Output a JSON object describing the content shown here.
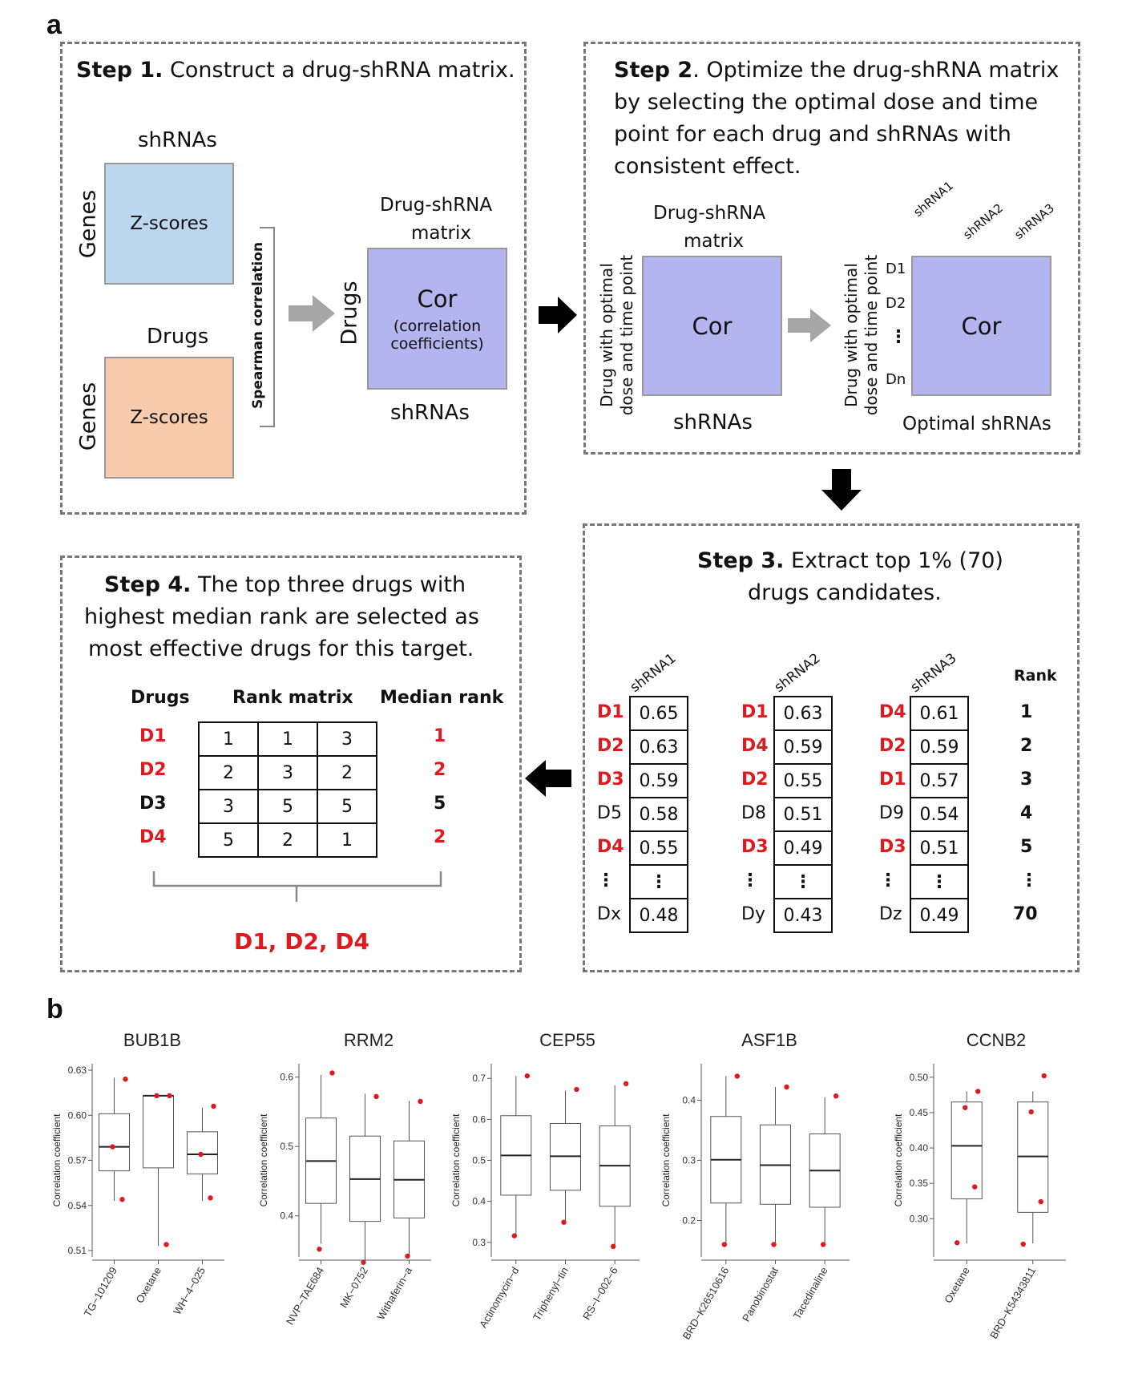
{
  "panel_a": "a",
  "panel_b": "b",
  "step1": {
    "title_bold": "Step 1.",
    "title_rest": " Construct a drug-shRNA matrix.",
    "shrnas_top": "shRNAs",
    "genes1": "Genes",
    "zscores1": "Z-scores",
    "drugs_mid": "Drugs",
    "genes2": "Genes",
    "zscores2": "Z-scores",
    "spearman": "Spearman correlation",
    "matrix_title_1": "Drug-shRNA",
    "matrix_title_2": "matrix",
    "drugs_side": "Drugs",
    "cor": "Cor",
    "cor_sub1": "(correlation",
    "cor_sub2": "coefficients)",
    "shrnas_bottom": "shRNAs"
  },
  "step2": {
    "line1_bold": "Step 2",
    "line1_rest": ". Optimize the drug-shRNA matrix",
    "line2": "by selecting the optimal dose and time",
    "line3": "point for each drug and shRNAs  with",
    "line4": "consistent effect.",
    "matrix_title_1": "Drug-shRNA",
    "matrix_title_2": "matrix",
    "side_1": "Drug with optimal",
    "side_2": "dose and time point",
    "cor_left": "Cor",
    "shrnas_bottom": "shRNAs",
    "side2_1": "Drug with optimal",
    "side2_2": "dose and time point",
    "col_labels": [
      "shRNA1",
      "shRNA2",
      "shRNA3"
    ],
    "row_labels": [
      "D1",
      "D2",
      "⋮",
      "Dn"
    ],
    "cor_right": "Cor",
    "optimal": "Optimal shRNAs"
  },
  "step3": {
    "title_bold": "Step 3.",
    "title_rest": " Extract top 1% (70)",
    "title_line2": "drugs candidates.",
    "rank_header": "Rank",
    "ranks": [
      "1",
      "2",
      "3",
      "4",
      "5",
      "⋮",
      "70"
    ],
    "columns": [
      {
        "header": "shRNA1",
        "drugs": [
          {
            "n": "D1",
            "red": true
          },
          {
            "n": "D2",
            "red": true
          },
          {
            "n": "D3",
            "red": true
          },
          {
            "n": "D5",
            "red": false
          },
          {
            "n": "D4",
            "red": true
          },
          {
            "n": "⋮",
            "red": false
          },
          {
            "n": "Dx",
            "red": false
          }
        ],
        "values": [
          "0.65",
          "0.63",
          "0.59",
          "0.58",
          "0.55",
          "⋮",
          "0.48"
        ]
      },
      {
        "header": "shRNA2",
        "drugs": [
          {
            "n": "D1",
            "red": true
          },
          {
            "n": "D4",
            "red": true
          },
          {
            "n": "D2",
            "red": true
          },
          {
            "n": "D8",
            "red": false
          },
          {
            "n": "D3",
            "red": true
          },
          {
            "n": "⋮",
            "red": false
          },
          {
            "n": "Dy",
            "red": false
          }
        ],
        "values": [
          "0.63",
          "0.59",
          "0.55",
          "0.51",
          "0.49",
          "⋮",
          "0.43"
        ]
      },
      {
        "header": "shRNA3",
        "drugs": [
          {
            "n": "D4",
            "red": true
          },
          {
            "n": "D2",
            "red": true
          },
          {
            "n": "D1",
            "red": true
          },
          {
            "n": "D9",
            "red": false
          },
          {
            "n": "D3",
            "red": true
          },
          {
            "n": "⋮",
            "red": false
          },
          {
            "n": "Dz",
            "red": false
          }
        ],
        "values": [
          "0.61",
          "0.59",
          "0.57",
          "0.54",
          "0.51",
          "⋮",
          "0.49"
        ]
      }
    ]
  },
  "step4": {
    "line1_bold": "Step 4.",
    "line1_rest": " The top three drugs with",
    "line2": "highest median rank are selected as",
    "line3": "most effective drugs for this target.",
    "hdr_drugs": "Drugs",
    "hdr_rank": "Rank matrix",
    "hdr_median": "Median rank",
    "rows": [
      {
        "drug": "D1",
        "red": true,
        "ranks": [
          "1",
          "1",
          "3"
        ],
        "median": "1"
      },
      {
        "drug": "D2",
        "red": true,
        "ranks": [
          "2",
          "3",
          "2"
        ],
        "median": "2"
      },
      {
        "drug": "D3",
        "red": false,
        "ranks": [
          "3",
          "5",
          "5"
        ],
        "median": "5"
      },
      {
        "drug": "D4",
        "red": true,
        "ranks": [
          "5",
          "2",
          "1"
        ],
        "median": "2"
      }
    ],
    "result": "D1, D2, D4"
  },
  "colors": {
    "light_blue": "#bdd7ee",
    "peach": "#f8cbad",
    "lavender": "#b4b4ee",
    "red": "#e0191e",
    "grey_arrow": "#a6a6a6"
  },
  "chart_data": [
    {
      "type": "box",
      "title": "BUB1B",
      "ylabel": "Correlation coefficient",
      "ylim": [
        0.51,
        0.63
      ],
      "yticks": [
        "0.51",
        "0.54",
        "0.57",
        "0.60",
        "0.63"
      ],
      "categories": [
        "TG−101209",
        "Oxetane",
        "WH−4−025"
      ],
      "boxes": [
        {
          "min": 0.543,
          "q1": 0.563,
          "median": 0.579,
          "q3": 0.601,
          "max": 0.625
        },
        {
          "min": 0.513,
          "q1": 0.565,
          "median": 0.613,
          "q3": 0.613,
          "max": 0.613
        },
        {
          "min": 0.543,
          "q1": 0.561,
          "median": 0.574,
          "q3": 0.589,
          "max": 0.605
        }
      ],
      "points": [
        [
          0.624,
          0.579,
          0.544
        ],
        [
          0.613,
          0.613,
          0.514
        ],
        [
          0.606,
          0.574,
          0.545
        ]
      ]
    },
    {
      "type": "box",
      "title": "RRM2",
      "ylabel": "Correlation coefficient",
      "ylim": [
        0.35,
        0.61
      ],
      "yticks": [
        "0.4",
        "0.5",
        "0.6"
      ],
      "categories": [
        "NVP−TAE684",
        "MK−0752",
        "Withaferin−a"
      ],
      "boxes": [
        {
          "min": 0.36,
          "q1": 0.418,
          "median": 0.479,
          "q3": 0.541,
          "max": 0.603
        },
        {
          "min": 0.335,
          "q1": 0.392,
          "median": 0.453,
          "q3": 0.515,
          "max": 0.576
        },
        {
          "min": 0.34,
          "q1": 0.397,
          "median": 0.452,
          "q3": 0.508,
          "max": 0.566
        }
      ],
      "points": [
        [
          0.606,
          0.352
        ],
        [
          0.572,
          0.333
        ],
        [
          0.565,
          0.342
        ]
      ]
    },
    {
      "type": "box",
      "title": "CEP55",
      "ylabel": "Correlation coefficient",
      "ylim": [
        0.28,
        0.72
      ],
      "yticks": [
        "0.3",
        "0.4",
        "0.5",
        "0.6",
        "0.7"
      ],
      "categories": [
        "Actinomycin−d",
        "Triphenyl−tin",
        "RS−I−002−6"
      ],
      "boxes": [
        {
          "min": 0.313,
          "q1": 0.415,
          "median": 0.512,
          "q3": 0.609,
          "max": 0.706
        },
        {
          "min": 0.35,
          "q1": 0.427,
          "median": 0.51,
          "q3": 0.59,
          "max": 0.67
        },
        {
          "min": 0.29,
          "q1": 0.388,
          "median": 0.487,
          "q3": 0.584,
          "max": 0.683
        }
      ],
      "points": [
        [
          0.706,
          0.316
        ],
        [
          0.673,
          0.349
        ],
        [
          0.687,
          0.29
        ]
      ]
    },
    {
      "type": "box",
      "title": "ASF1B",
      "ylabel": "Correlation coefficient",
      "ylim": [
        0.15,
        0.45
      ],
      "yticks": [
        "0.2",
        "0.3",
        "0.4"
      ],
      "categories": [
        "BRD−K26510616",
        "Panobinostat",
        "Tacedinaline"
      ],
      "boxes": [
        {
          "min": 0.16,
          "q1": 0.229,
          "median": 0.301,
          "q3": 0.373,
          "max": 0.44
        },
        {
          "min": 0.16,
          "q1": 0.227,
          "median": 0.292,
          "q3": 0.359,
          "max": 0.422
        },
        {
          "min": 0.16,
          "q1": 0.222,
          "median": 0.283,
          "q3": 0.344,
          "max": 0.405
        }
      ],
      "points": [
        [
          0.44,
          0.16
        ],
        [
          0.422,
          0.16
        ],
        [
          0.407,
          0.16
        ]
      ]
    },
    {
      "type": "box",
      "title": "CCNB2",
      "ylabel": "Correlation coefficient",
      "ylim": [
        0.255,
        0.51
      ],
      "yticks": [
        "0.30",
        "0.35",
        "0.40",
        "0.45",
        "0.50"
      ],
      "categories": [
        "Oxetane",
        "BRD−K54343811"
      ],
      "boxes": [
        {
          "min": 0.265,
          "q1": 0.328,
          "median": 0.403,
          "q3": 0.465,
          "max": 0.48
        },
        {
          "min": 0.265,
          "q1": 0.309,
          "median": 0.388,
          "q3": 0.465,
          "max": 0.48
        }
      ],
      "points": [
        [
          0.48,
          0.457,
          0.345,
          0.266
        ],
        [
          0.502,
          0.451,
          0.324,
          0.264
        ]
      ]
    }
  ]
}
